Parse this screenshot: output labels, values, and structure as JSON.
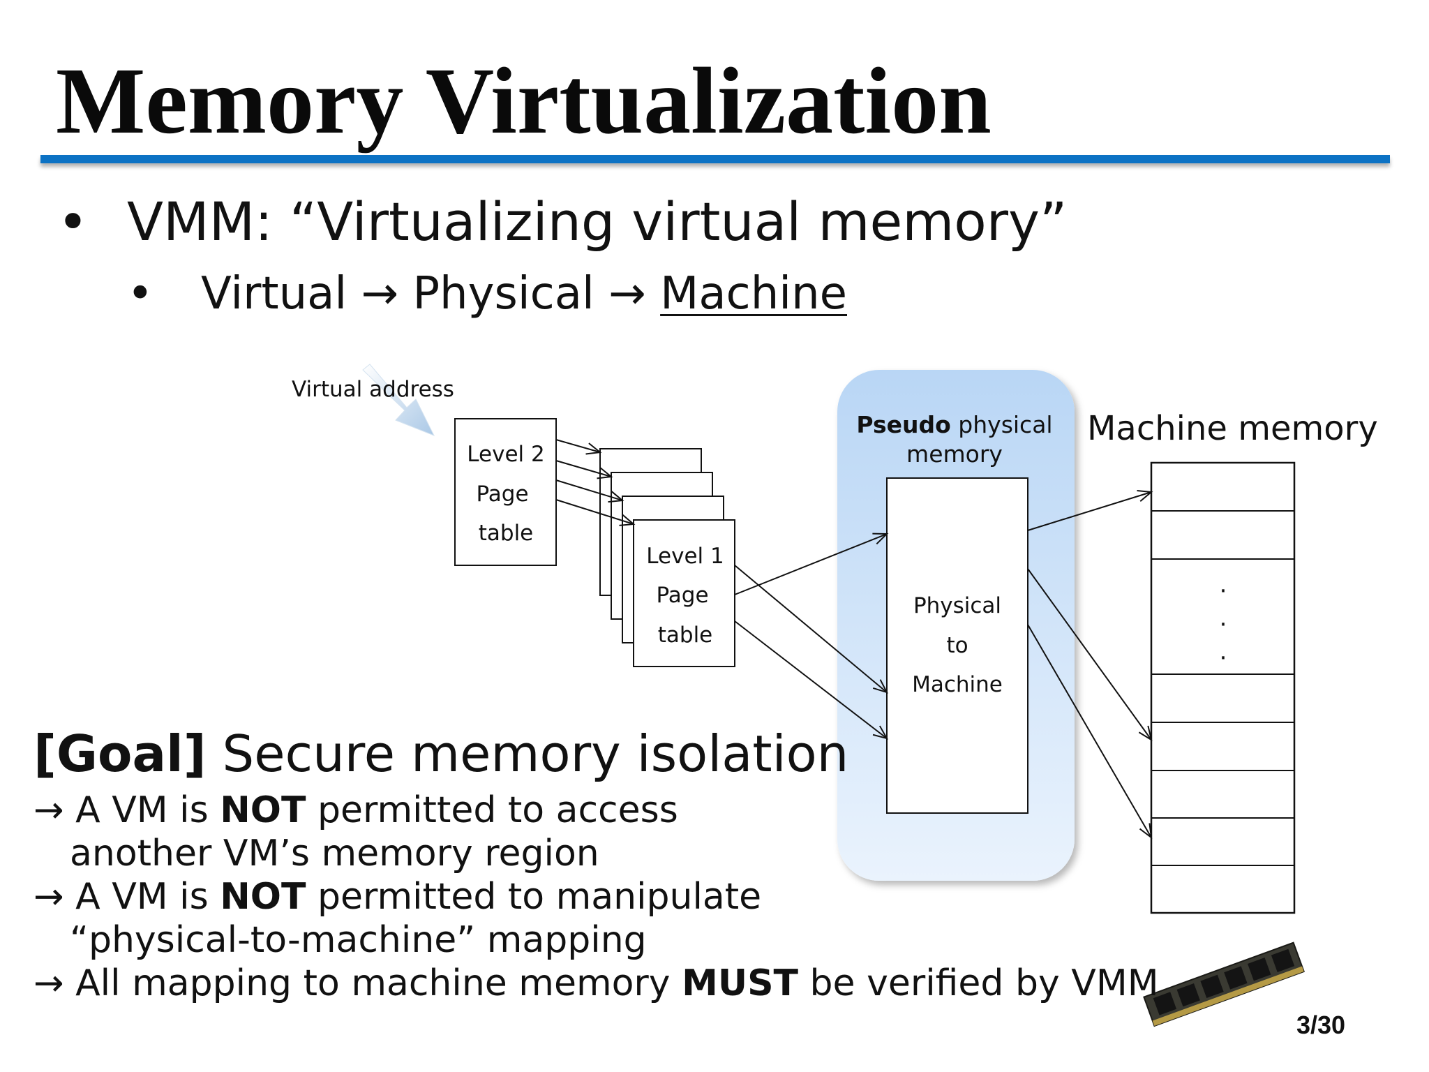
{
  "slide": {
    "title": "Memory Virtualization",
    "bullet1": {
      "marker": "•",
      "text": "VMM: “Virtualizing virtual memory”"
    },
    "bullet2": {
      "marker": "•",
      "part1": "Virtual",
      "arrow": "→",
      "part2": "Physical",
      "part3": "Machine"
    },
    "page_number": "3/30"
  },
  "diagram": {
    "virtual_address_label": "Virtual address",
    "level2": {
      "line1": "Level 2",
      "line2": "Page",
      "line3": "table"
    },
    "level1": {
      "line1": "Level 1",
      "line2": "Page",
      "line3": "table"
    },
    "pseudo": {
      "bold": "Pseudo",
      "rest": " physical",
      "line2": "memory"
    },
    "p2m": {
      "line1": "Physical",
      "line2": "to",
      "line3": "Machine"
    },
    "machine_memory_label": "Machine memory",
    "ellipsis_dot": "·"
  },
  "goal": {
    "tag": "[Goal]",
    "heading": " Secure memory isolation",
    "lines": [
      {
        "arrow": "→",
        "pre": " A VM is ",
        "bold": "NOT",
        "post": " permitted to access"
      },
      {
        "text": "another VM’s memory region"
      },
      {
        "arrow": "→",
        "pre": " A VM is ",
        "bold": "NOT",
        "post": " permitted to manipulate"
      },
      {
        "text": "“physical-to-machine” mapping"
      },
      {
        "arrow": "→",
        "pre": " All mapping to machine memory ",
        "bold": "MUST",
        "post": " be verified by VMM"
      }
    ]
  },
  "colors": {
    "title_rule": "#0c72c4",
    "pseudo_panel_top": "#b9d6f5",
    "pseudo_panel_bottom": "#eaf3fd"
  },
  "icons": {
    "arrow": "right-arrow-icon",
    "ram_module": "ram-module-icon"
  }
}
